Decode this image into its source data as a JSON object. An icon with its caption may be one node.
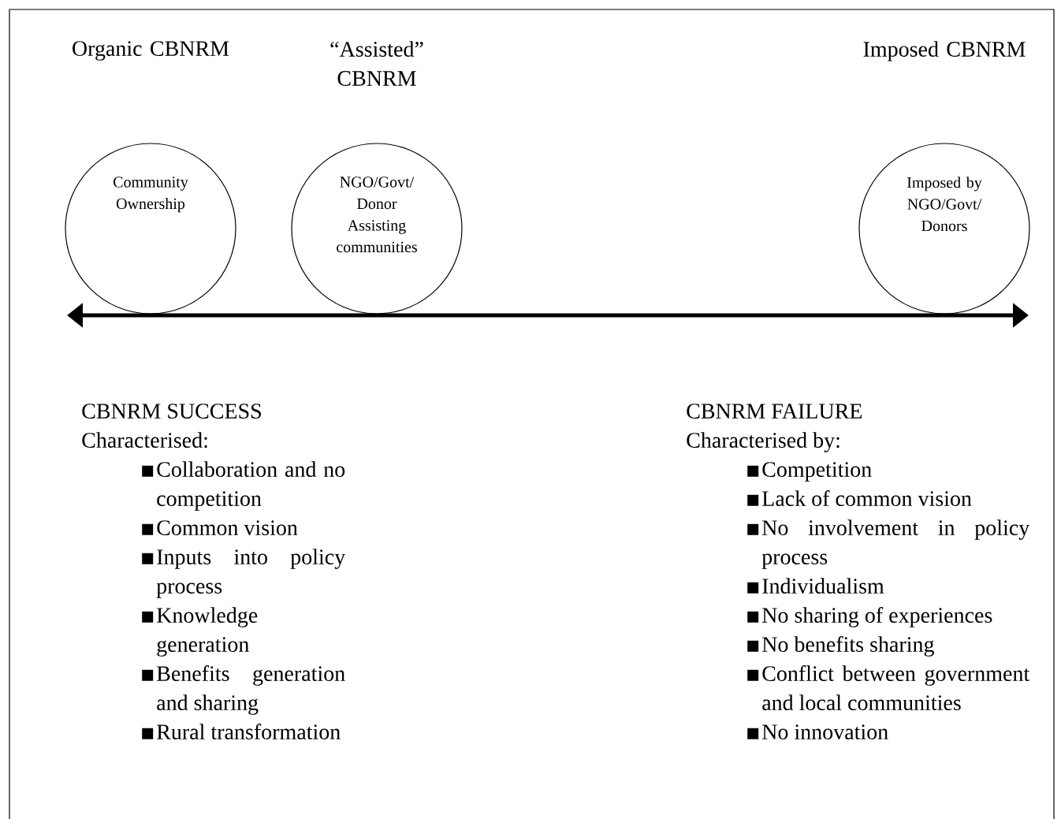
{
  "diagram": {
    "nodes": [
      {
        "text": [
          "Organic CBNRM",
          "Community Ownership"
        ]
      },
      {
        "text": [
          "“Assisted” CBNRM",
          "NGO/Govt/ Donor Assisting communities"
        ]
      },
      {
        "text": [
          "Imposed CBNRM",
          "Imposed by NGO/Govt/ Donors"
        ]
      }
    ],
    "labels": [
      "CBNRM SUCCESS",
      "Characterised:",
      "Collaboration and no competition",
      "Common vision",
      "Inputs into policy process",
      "Knowledge generation",
      "Benefits generation and sharing",
      "Rural transformation",
      "CBNRM FAILURE",
      "Characterised by:",
      "Competition",
      "Lack of common vision",
      "No involvement in policy process",
      "Individualism",
      "No sharing of experiences",
      "No benefits sharing",
      "Conflict between government and local communities",
      "No innovation"
    ]
  }
}
